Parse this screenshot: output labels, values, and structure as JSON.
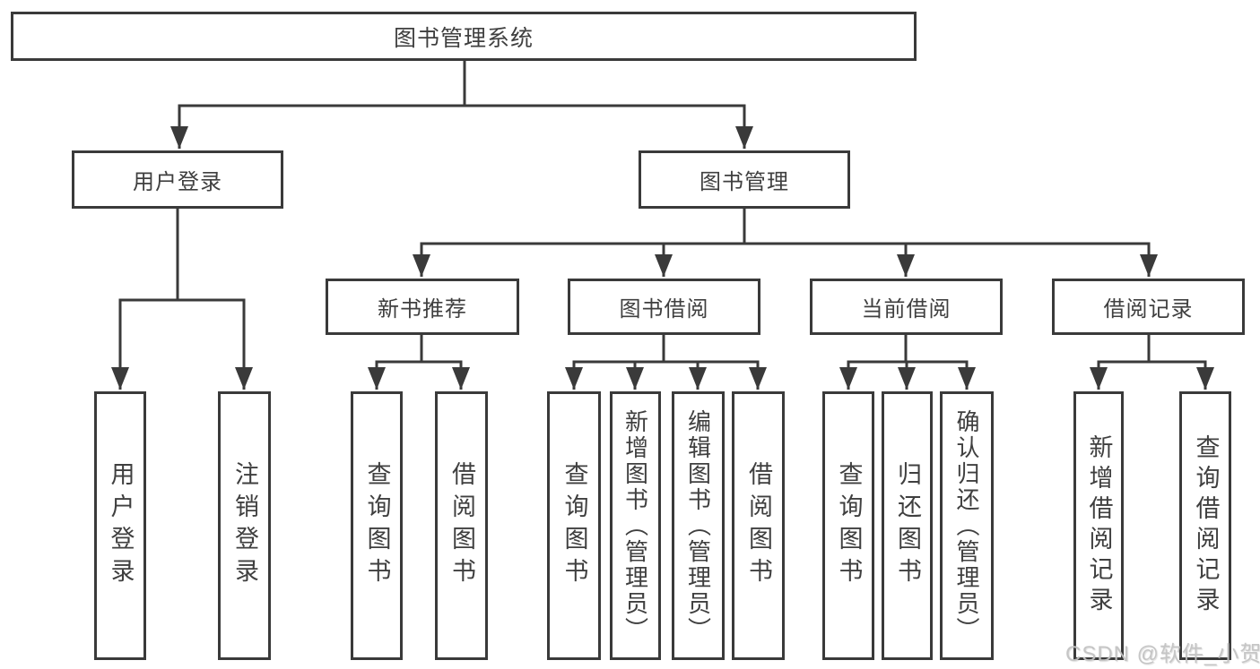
{
  "diagram_title": "图书管理系统",
  "colors": {
    "line": "#3a3a3a",
    "box_border": "#3a3a3a",
    "text": "#3f3f3f",
    "background": "#ffffff",
    "watermark": "#c3c3c3"
  },
  "tree": {
    "label": "图书管理系统",
    "children": [
      {
        "label": "用户登录",
        "children": [
          {
            "label": "用户登录"
          },
          {
            "label": "注销登录"
          }
        ]
      },
      {
        "label": "图书管理",
        "children": [
          {
            "label": "新书推荐",
            "children": [
              {
                "label": "查询图书"
              },
              {
                "label": "借阅图书"
              }
            ]
          },
          {
            "label": "图书借阅",
            "children": [
              {
                "label": "查询图书"
              },
              {
                "label": "新增图书（管理员）"
              },
              {
                "label": "编辑图书（管理员）"
              },
              {
                "label": "借阅图书"
              }
            ]
          },
          {
            "label": "当前借阅",
            "children": [
              {
                "label": "查询图书"
              },
              {
                "label": "归还图书"
              },
              {
                "label": "确认归还（管理员）"
              }
            ]
          },
          {
            "label": "借阅记录",
            "children": [
              {
                "label": "新增借阅记录"
              },
              {
                "label": "查询借阅记录"
              }
            ]
          }
        ]
      }
    ]
  },
  "watermark": {
    "text": "CSDN @软件_小贺同学"
  }
}
